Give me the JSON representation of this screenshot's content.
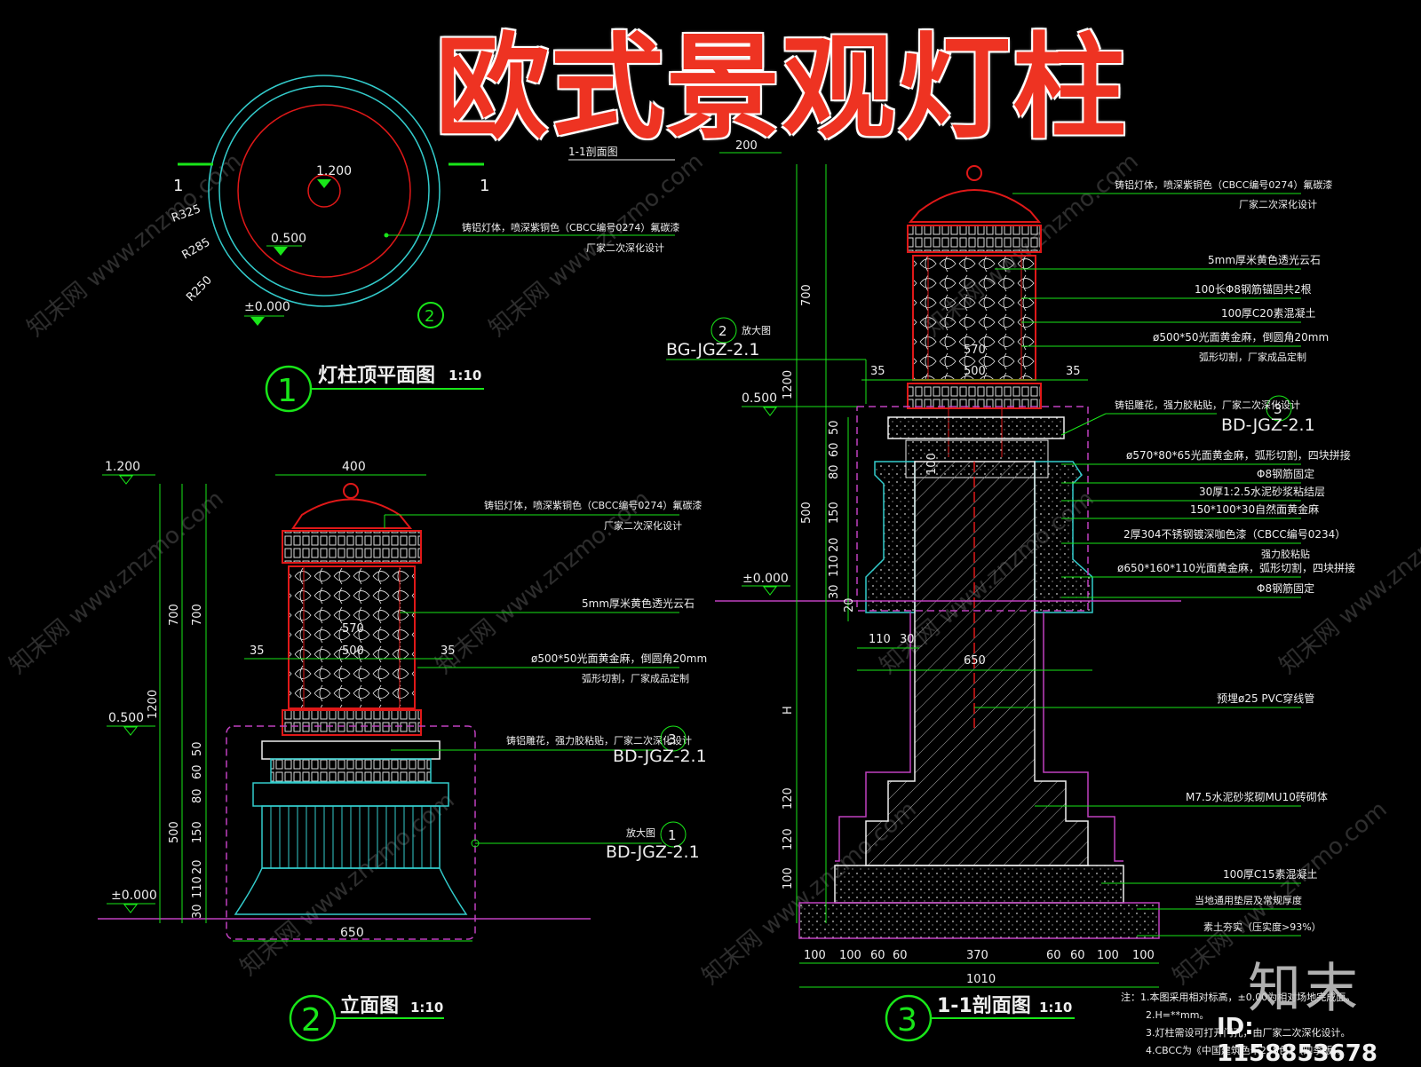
{
  "title": "欧式景观灯柱",
  "logo": {
    "text": "知末",
    "id": "ID: 1158853678"
  },
  "watermark": "知末网 www.znzmo.com",
  "plan": {
    "heading": "灯柱顶平面图",
    "scale": "1:10",
    "number": "1",
    "radii": [
      "R325",
      "R285",
      "R250"
    ],
    "elevations": [
      "1.200",
      "0.500",
      "±0.000"
    ],
    "section_marks": [
      "1",
      "1"
    ],
    "note_lines": [
      "铸铝灯体，喷深紫铜色（CBCC编号0274）氟碳漆",
      "厂家二次深化设计"
    ],
    "section_ref": "2"
  },
  "elevation": {
    "heading": "立面图",
    "scale": "1:10",
    "number": "2",
    "top_width": "400",
    "bottom_width": "650",
    "inner_dims": [
      "570",
      "500",
      "35",
      "35"
    ],
    "elev_marks": [
      "1.200",
      "0.500",
      "±0.000"
    ],
    "vert_dims_outer": [
      "1200"
    ],
    "vert_dims_mid": [
      "700",
      "500"
    ],
    "vert_dims_inner": [
      "700",
      "50",
      "60",
      "80",
      "150",
      "20",
      "110",
      "30"
    ],
    "notes": [
      [
        "铸铝灯体，喷深紫铜色（CBCC编号0274）氟碳漆",
        "厂家二次深化设计"
      ],
      [
        "5mm厚米黄色透光云石"
      ],
      [
        "ø500*50光面黄金麻，倒圆角20mm",
        "弧形切割，厂家成品定制"
      ],
      [
        "铸铝雕花，强力胶粘贴，厂家二次深化设计"
      ]
    ],
    "refs": [
      {
        "num": "3",
        "code": "BD-JGZ-2.1"
      },
      {
        "num": "1",
        "label": "放大图",
        "code": "BD-JGZ-2.1"
      }
    ]
  },
  "section": {
    "heading": "1-1剖面图",
    "scale": "1:10",
    "number": "3",
    "top_label": "1-1剖面图",
    "top_dim": "200",
    "ref_top": {
      "num": "2",
      "label": "放大图",
      "code": "BG-JGZ-2.1"
    },
    "ref_right": {
      "num": "3",
      "code": "BD-JGZ-2.1"
    },
    "inner_dims": [
      "570",
      "500",
      "35",
      "35",
      "650",
      "110",
      "30",
      "100"
    ],
    "elev_marks": [
      "0.500",
      "±0.000"
    ],
    "vert_dims_a": [
      "700",
      "1200",
      "H"
    ],
    "vert_dims_b": [
      "50",
      "60",
      "80",
      "500",
      "150",
      "20",
      "110",
      "30",
      "20",
      "120",
      "120",
      "100"
    ],
    "bottom_dims": [
      "100",
      "100",
      "60",
      "60",
      "370",
      "60",
      "60",
      "100",
      "100"
    ],
    "bottom_total": "1010",
    "notes": [
      [
        "铸铝灯体，喷深紫铜色（CBCC编号0274）氟碳漆",
        "厂家二次深化设计"
      ],
      [
        "5mm厚米黄色透光云石"
      ],
      [
        "100长Φ8钢筋锚固共2根"
      ],
      [
        "100厚C20素混凝土"
      ],
      [
        "ø500*50光面黄金麻，倒圆角20mm",
        "弧形切割，厂家成品定制"
      ],
      [
        "铸铝雕花，强力胶粘贴，厂家二次深化设计"
      ],
      [
        "ø570*80*65光面黄金麻，弧形切割，四块拼接"
      ],
      [
        "Φ8钢筋固定"
      ],
      [
        "30厚1:2.5水泥砂浆粘结层"
      ],
      [
        "150*100*30自然面黄金麻"
      ],
      [
        "2厚304不锈钢镀深咖色漆（CBCC编号0234）",
        "强力胶粘贴"
      ],
      [
        "ø650*160*110光面黄金麻，弧形切割，四块拼接"
      ],
      [
        "Φ8钢筋固定"
      ],
      [
        "预埋ø25 PVC穿线管"
      ],
      [
        "M7.5水泥砂浆砌MU10砖砌体"
      ],
      [
        "100厚C15素混凝土"
      ],
      [
        "当地通用垫层及常规厚度"
      ],
      [
        "素土夯实（压实度>93%）"
      ]
    ],
    "footnotes": [
      "注：1.本图采用相对标高，±0.00为相对场地完成面。",
      "2.H=**mm。",
      "3.灯柱需设可打开门孔，由厂家二次深化设计。",
      "4.CBCC为《中国建筑色卡258色》（四季版）。"
    ]
  },
  "colors": {
    "background": "#000000",
    "dim_green": "#19e619",
    "red": "#e01818",
    "cyan": "#33cccc",
    "magenta": "#c040c0",
    "white": "#eeeeee",
    "title_red": "#ee3322"
  }
}
